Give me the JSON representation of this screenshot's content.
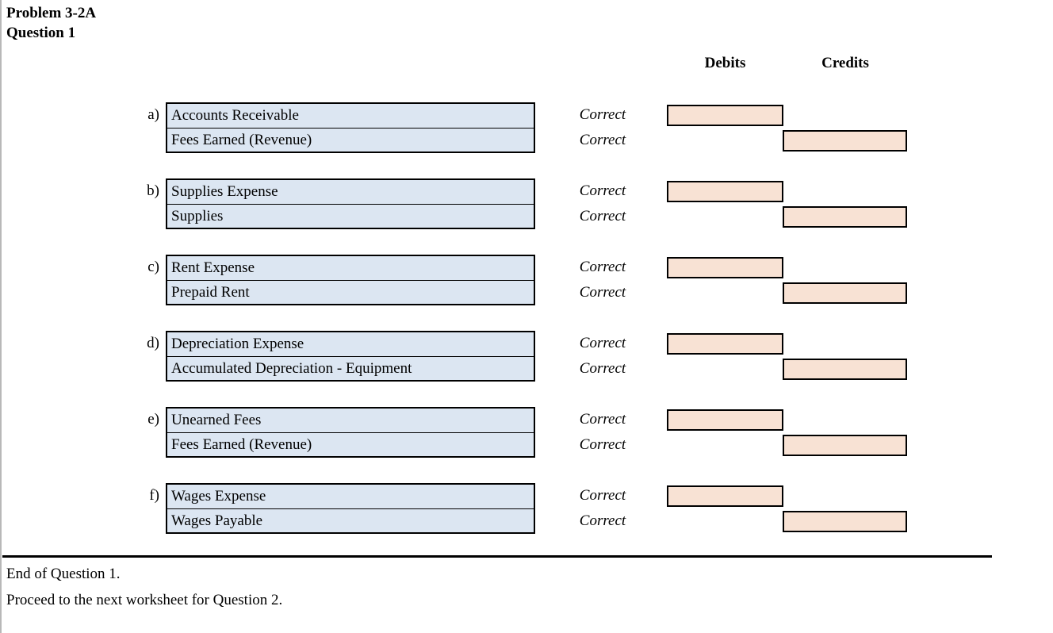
{
  "sheet": {
    "title_lines": [
      "Problem 3-2A",
      "Question 1"
    ],
    "colors": {
      "account_fill": "#dce6f2",
      "amount_fill": "#f8e2d4",
      "border": "#000000",
      "edge_rule": "#b8b8b8"
    }
  },
  "columns": {
    "debits_header": "Debits",
    "credits_header": "Credits"
  },
  "entries": [
    {
      "letter": "a)",
      "rows": [
        {
          "account": "Accounts Receivable",
          "status": "Correct",
          "side": "debit",
          "amount": ""
        },
        {
          "account": "Fees Earned (Revenue)",
          "status": "Correct",
          "side": "credit",
          "amount": ""
        }
      ]
    },
    {
      "letter": "b)",
      "rows": [
        {
          "account": "Supplies Expense",
          "status": "Correct",
          "side": "debit",
          "amount": ""
        },
        {
          "account": "Supplies",
          "status": "Correct",
          "side": "credit",
          "amount": ""
        }
      ]
    },
    {
      "letter": "c)",
      "rows": [
        {
          "account": "Rent Expense",
          "status": "Correct",
          "side": "debit",
          "amount": ""
        },
        {
          "account": "Prepaid Rent",
          "status": "Correct",
          "side": "credit",
          "amount": ""
        }
      ]
    },
    {
      "letter": "d)",
      "rows": [
        {
          "account": "Depreciation Expense",
          "status": "Correct",
          "side": "debit",
          "amount": ""
        },
        {
          "account": "Accumulated Depreciation - Equipment",
          "status": "Correct",
          "side": "credit",
          "amount": ""
        }
      ]
    },
    {
      "letter": "e)",
      "rows": [
        {
          "account": "Unearned Fees",
          "status": "Correct",
          "side": "debit",
          "amount": ""
        },
        {
          "account": "Fees Earned (Revenue)",
          "status": "Correct",
          "side": "credit",
          "amount": ""
        }
      ]
    },
    {
      "letter": "f)",
      "rows": [
        {
          "account": "Wages Expense",
          "status": "Correct",
          "side": "debit",
          "amount": ""
        },
        {
          "account": "Wages Payable",
          "status": "Correct",
          "side": "credit",
          "amount": ""
        }
      ]
    }
  ],
  "footer": {
    "lines": [
      "End of Question 1.",
      "Proceed to the next worksheet for Question 2."
    ]
  }
}
